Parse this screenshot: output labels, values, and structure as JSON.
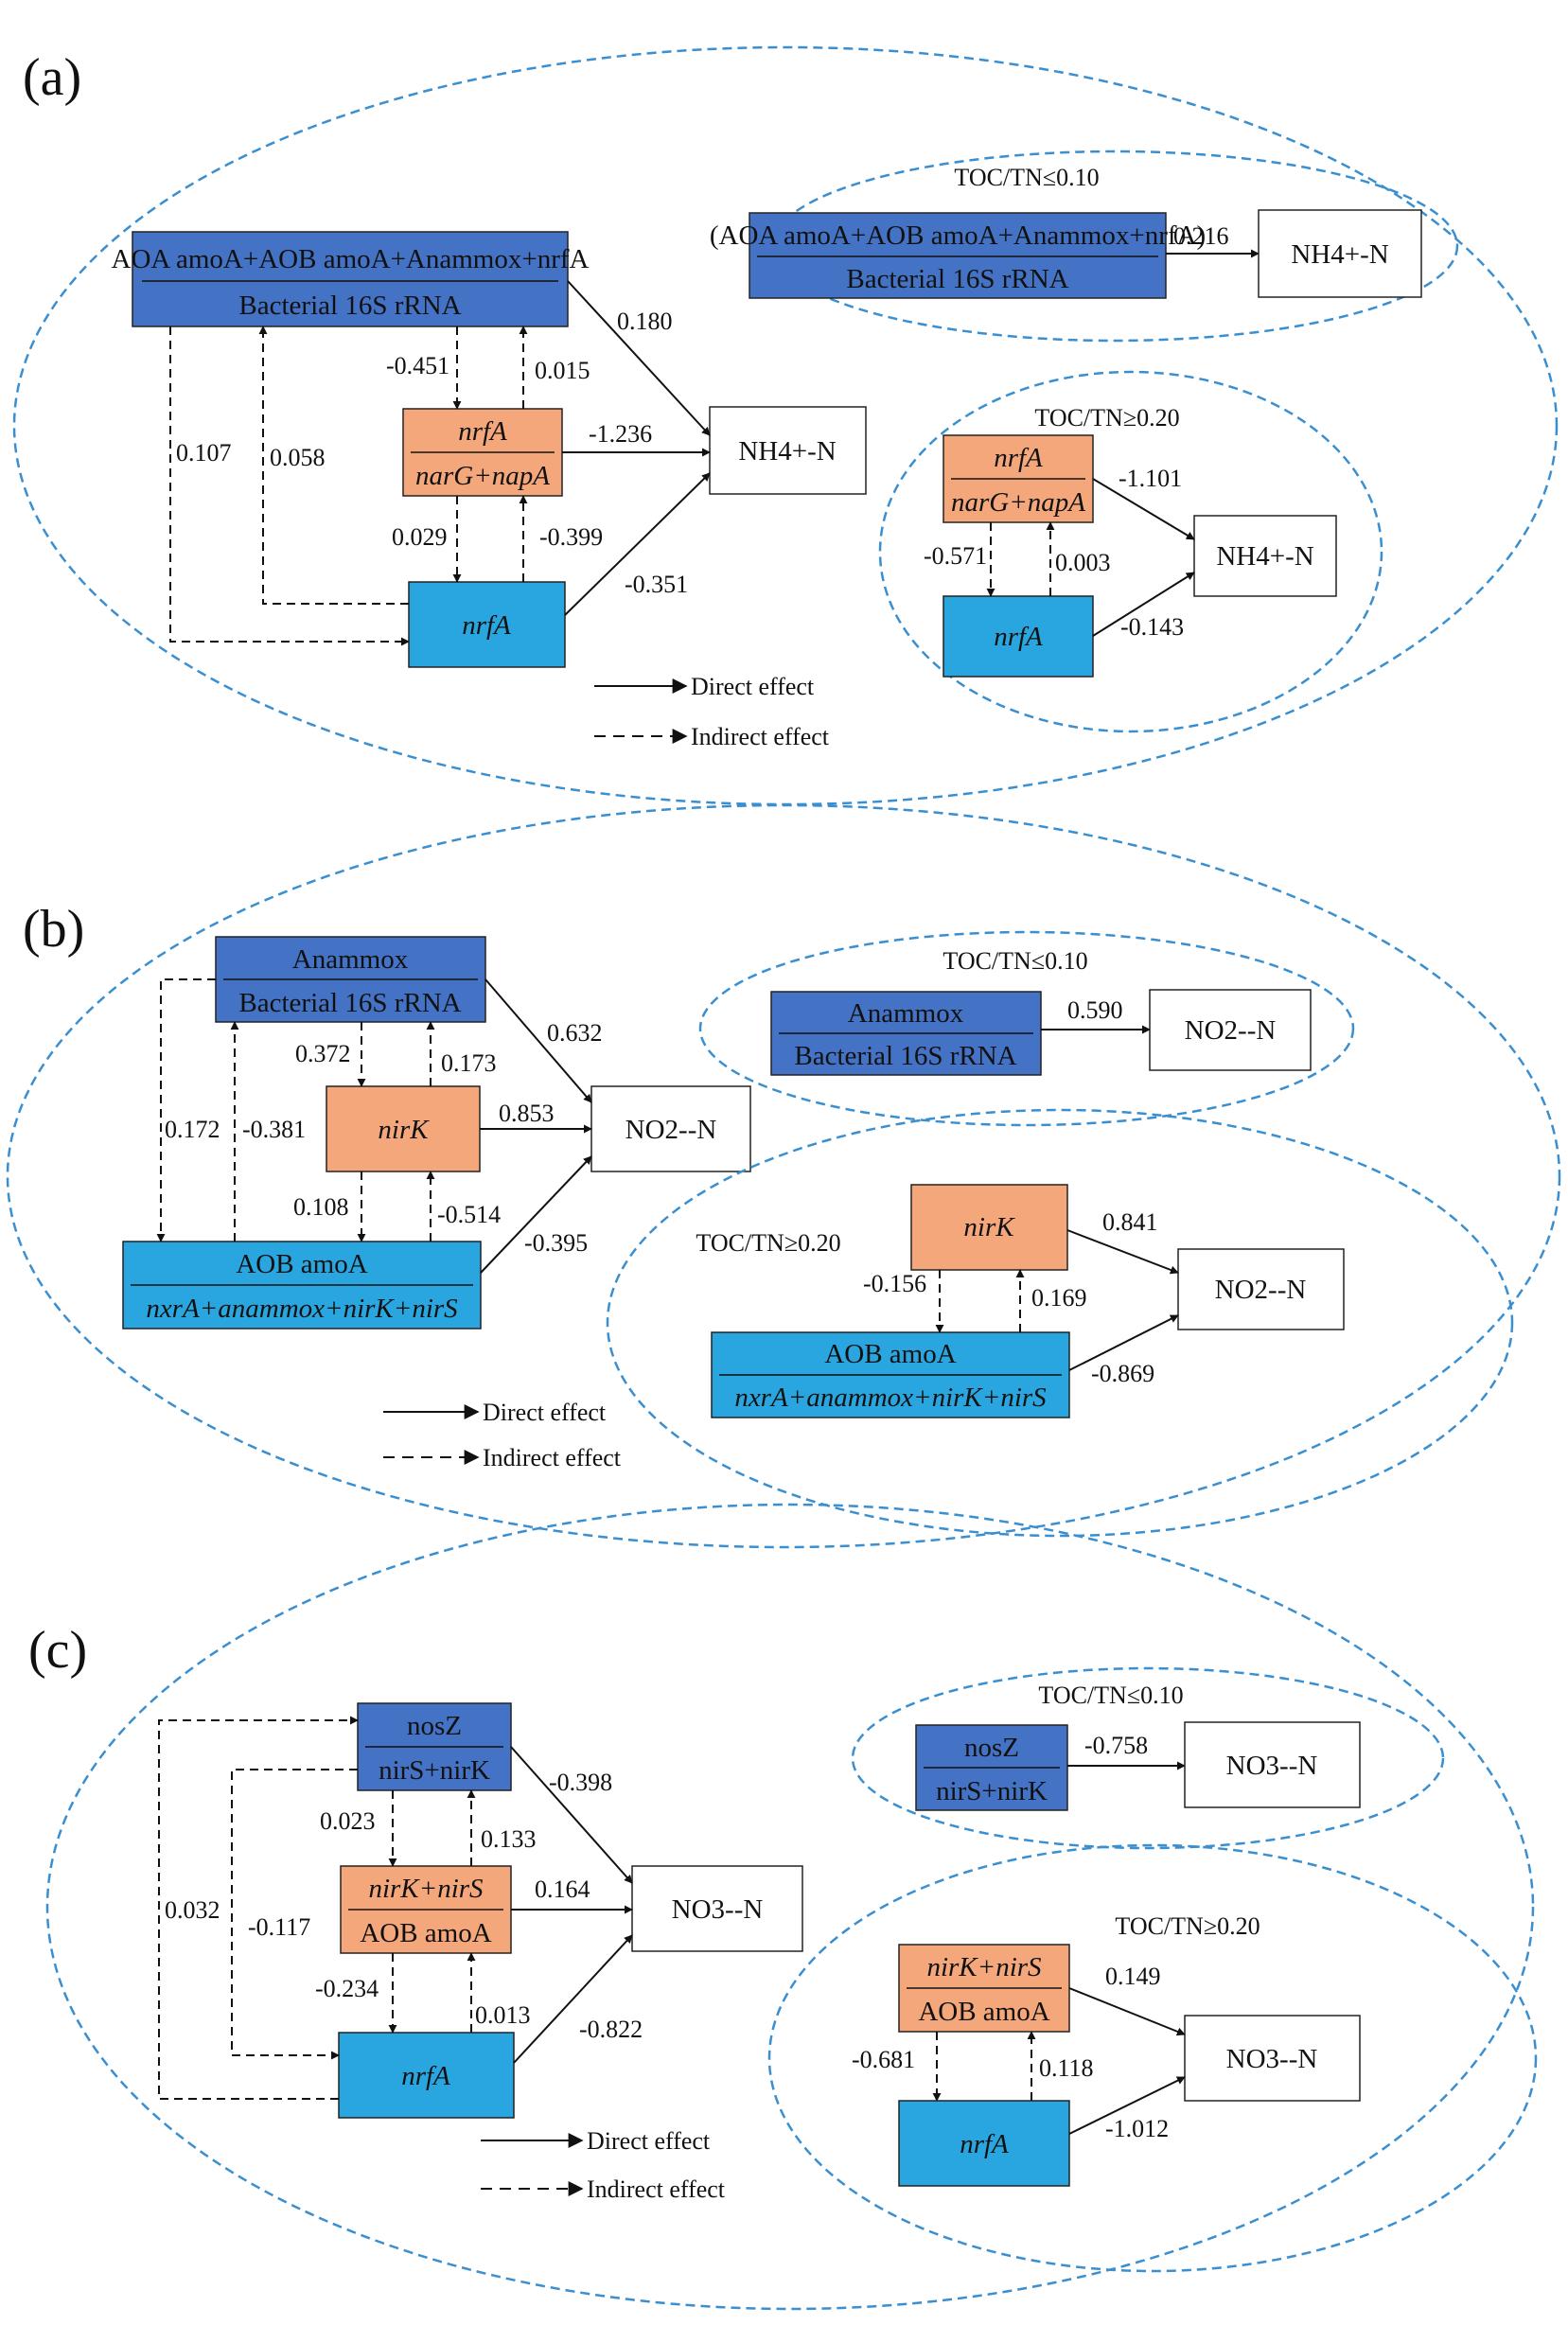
{
  "colors": {
    "dark_blue": "#4472c4",
    "light_blue": "#29a6df",
    "orange": "#f4a77b",
    "ellipse": "#3a8fd0",
    "line": "#111111"
  },
  "legend": {
    "direct": "Direct effect",
    "indirect": "Indirect effect"
  },
  "panels": {
    "a": {
      "letter": "(a)",
      "box_top_1": "AOA amoA+AOB amoA+Anammox+nrfA",
      "box_top_2": "Bacterial 16S rRNA",
      "box_mid_1": "nrfA",
      "box_mid_2": "narG+napA",
      "box_bot": "nrfA",
      "target": "NH4+-N",
      "coef": {
        "top_target": "0.180",
        "top_mid": "-0.451",
        "mid_top": "0.015",
        "mid_target": "-1.236",
        "left_outer": "0.107",
        "left_inner": "0.058",
        "mid_bot": "0.029",
        "bot_mid": "-0.399",
        "bot_target": "-0.351"
      },
      "sub_low": {
        "heading": "TOC/TN≤0.10",
        "box_1": "(AOA amoA+AOB amoA+Anammox+nrfA)",
        "box_2": "Bacterial 16S rRNA",
        "coef": "0.216",
        "target": "NH4+-N"
      },
      "sub_high": {
        "heading": "TOC/TN≥0.20",
        "box_mid_1": "nrfA",
        "box_mid_2": "narG+napA",
        "box_bot": "nrfA",
        "target": "NH4+-N",
        "coef": {
          "mid_target": "-1.101",
          "mid_bot": "-0.571",
          "bot_mid": "0.003",
          "bot_target": "-0.143"
        }
      }
    },
    "b": {
      "letter": "(b)",
      "box_top_1": "Anammox",
      "box_top_2": "Bacterial 16S rRNA",
      "box_mid": "nirK",
      "box_bot_1": "AOB amoA",
      "box_bot_2": "nxrA+anammox+nirK+nirS",
      "target": "NO2--N",
      "coef": {
        "top_target": "0.632",
        "top_mid": "0.372",
        "mid_top": "0.173",
        "mid_target": "0.853",
        "left_outer": "0.172",
        "left_inner": "-0.381",
        "mid_bot": "0.108",
        "bot_mid": "-0.514",
        "bot_target": "-0.395"
      },
      "sub_low": {
        "heading": "TOC/TN≤0.10",
        "box_1": "Anammox",
        "box_2": "Bacterial 16S rRNA",
        "coef": "0.590",
        "target": "NO2--N"
      },
      "sub_high": {
        "heading": "TOC/TN≥0.20",
        "box_mid": "nirK",
        "box_bot_1": "AOB amoA",
        "box_bot_2": "nxrA+anammox+nirK+nirS",
        "target": "NO2--N",
        "coef": {
          "mid_target": "0.841",
          "mid_bot": "-0.156",
          "bot_mid": "0.169",
          "bot_target": "-0.869"
        }
      }
    },
    "c": {
      "letter": "(c)",
      "box_top_1": "nosZ",
      "box_top_2": "nirS+nirK",
      "box_mid_1": "nirK+nirS",
      "box_mid_2": "AOB amoA",
      "box_bot": "nrfA",
      "target": "NO3--N",
      "coef": {
        "top_target": "-0.398",
        "top_mid": "0.023",
        "mid_top": "0.133",
        "mid_target": "0.164",
        "left_outer": "0.032",
        "left_inner": "-0.117",
        "mid_bot": "-0.234",
        "bot_mid": "0.013",
        "bot_target": "-0.822"
      },
      "sub_low": {
        "heading": "TOC/TN≤0.10",
        "box_1": "nosZ",
        "box_2": "nirS+nirK",
        "coef": "-0.758",
        "target": "NO3--N"
      },
      "sub_high": {
        "heading": "TOC/TN≥0.20",
        "box_mid_1": "nirK+nirS",
        "box_mid_2": "AOB amoA",
        "box_bot": "nrfA",
        "target": "NO3--N",
        "coef": {
          "mid_target": "0.149",
          "mid_bot": "-0.681",
          "bot_mid": "0.118",
          "bot_target": "-1.012"
        }
      }
    }
  }
}
